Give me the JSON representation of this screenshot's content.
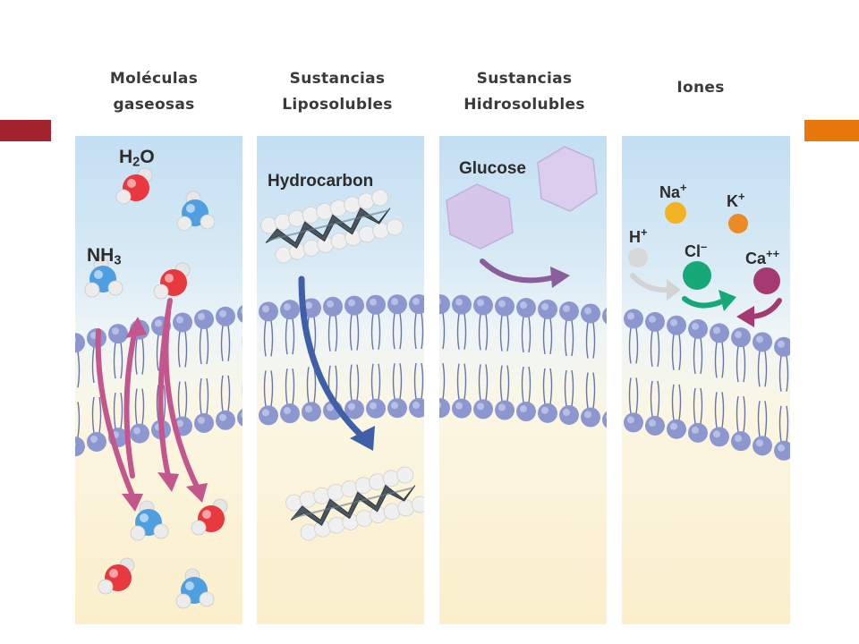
{
  "headers": [
    {
      "line1": "Moléculas",
      "line2": "gaseosas"
    },
    {
      "line1": "Sustancias",
      "line2": "Liposolubles"
    },
    {
      "line1": "Sustancias",
      "line2": "Hidrosolubles"
    },
    {
      "line1": "Iones",
      "line2": ""
    }
  ],
  "colors": {
    "accent_left": "#a3232f",
    "accent_right": "#e8780c",
    "phospholipid_head": "#8d97cf",
    "phospholipid_tail": "#6a74ad",
    "water_oxygen": "#e8393e",
    "ammonia_nitrogen": "#4f9fe0",
    "gas_arrow": "#c4568e",
    "lipid_arrow": "#3f5fa8",
    "glucose": "#d6c5ea",
    "glucose_arrow": "#8a5e9b",
    "na_ion": "#f2b322",
    "k_ion": "#ec8a25",
    "cl_ion": "#17a877",
    "ca_ion": "#a53a72",
    "h_ion": "#d8d8d8"
  },
  "gases": {
    "h2o": {
      "main": "H",
      "sub": "2",
      "tail": "O"
    },
    "nh3": {
      "main": "NH",
      "sub": "3"
    }
  },
  "lipid": {
    "label": "Hydrocarbon"
  },
  "water_soluble": {
    "label": "Glucose"
  },
  "ions": {
    "na": {
      "symbol": "Na",
      "charge": "+"
    },
    "k": {
      "symbol": "K",
      "charge": "+"
    },
    "h": {
      "symbol": "H",
      "charge": "+"
    },
    "cl": {
      "symbol": "Cl",
      "charge": "–"
    },
    "ca": {
      "symbol": "Ca",
      "charge": "++"
    }
  }
}
